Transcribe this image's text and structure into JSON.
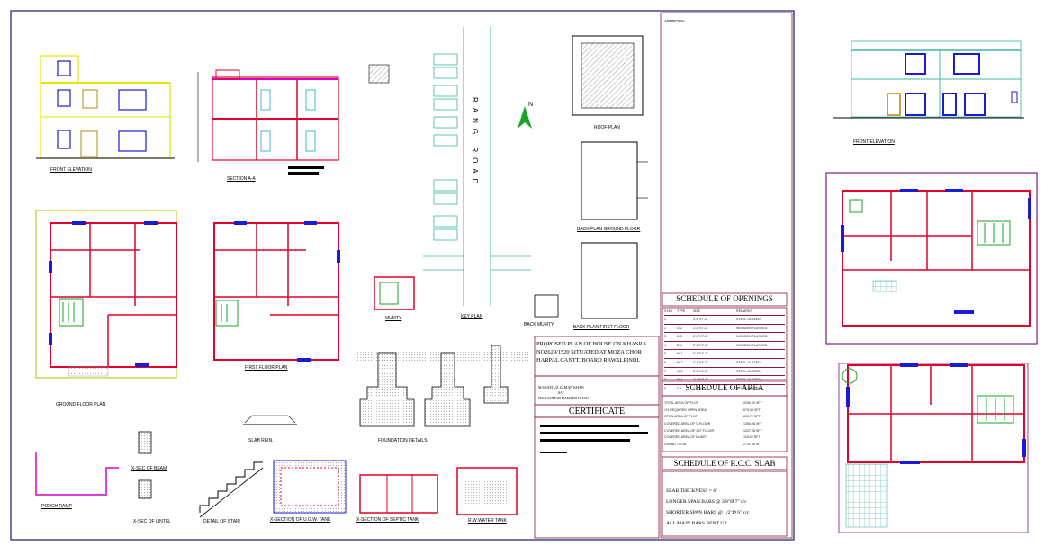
{
  "sheet": {
    "approval_label": "APPROVAL",
    "road_label": "RANG ROAD",
    "north_label": "N"
  },
  "labels": {
    "front_elevation_small": "FRONT ELEVATION",
    "section": "SECTION A-A",
    "ground_floor_plan": "GROUND FLOOR PLAN",
    "first_floor_plan": "FIRST FLOOR PLAN",
    "mumty": "MUMTY",
    "key_plan": "KEY PLAN",
    "roof_plan": "ROOF PLAN",
    "back_plan_ground": "BACK PLAN GROUND FLOOR",
    "back_plan_first": "BACK PLAN FIRST FLOOR",
    "back_mumty": "BACK MUMTY",
    "slab_rein": "SLAB REIN.",
    "foundation": "FOUNDATION DETAILS",
    "x_sec_beam": "X-SEC OF BEAM",
    "x_sec_lintel": "X-SEC OF LINTEL",
    "porch_ramp": "PORCH RAMP",
    "detail_stair": "DETAIL OF STAIR",
    "x_sec_ugw": "X-SECTION OF U.G.W. TANK",
    "x_sec_septic": "X-SECTION OF SEPTIC TANK",
    "rw_tank": "R.W WATER TANK",
    "front_elevation_right": "FRONT ELEVATION"
  },
  "title_block": {
    "proposal": "PROPOSED PLAN OF HOUSE ON KHASRA NO2629/1520 SITUATED AT MOZA CHOR HARPAL CANTT. BOARD RAWALPINDI.",
    "owner_1": "M.SHAFI UZ ZAMAN KHAN",
    "owner_sep": "S/O",
    "owner_2": "MUHAMMAD HAMEED KHAN",
    "certificate": "CERTIFICATE"
  },
  "schedule_openings": {
    "title": "SCHEDULE OF OPENINGS",
    "headers": [
      "S.NO",
      "TYPE",
      "SIZE",
      "REMARKS"
    ],
    "rows": [
      [
        "1",
        "",
        "3'-6\"X7'-0\"",
        "STEEL GLAZED"
      ],
      [
        "2",
        "D-2",
        "3'-0\"X7'-0\"",
        "WOODEN FLUSHED"
      ],
      [
        "3",
        "D-3",
        "3'-0\"X7'-0\"",
        "WOODEN FLUSHED"
      ],
      [
        "4",
        "D-4",
        "2'-6\"X7'-0\"",
        "WOODEN FLUSHED"
      ],
      [
        "5",
        "W-1",
        "5'-0\"X4'-0\"",
        ""
      ],
      [
        "6",
        "W-2",
        "4'-0\"X4'-0\"",
        "STEEL GLAZED"
      ],
      [
        "7",
        "W-3",
        "3'-0\"X4'-0\"",
        "STEEL GLAZED"
      ],
      [
        "8",
        "W-4",
        "2'-0\"X2'-0\"",
        "STEEL GLAZED"
      ],
      [
        "9",
        "V-1",
        "2'-0\"X2'-0\"",
        "STEEL GLAZED"
      ]
    ]
  },
  "schedule_area": {
    "title": "SCHEDULE OF AREA",
    "rows": [
      [
        "TOTAL AREA OF PLOT",
        "2250.00 SFT"
      ],
      [
        "1/3 REQUIRED OPEN AREA",
        "675.00 SFT"
      ],
      [
        "OPEN AREA OF PLOT",
        "893.72 SFT"
      ],
      [
        "COVERED AREA OF G.FLOOR",
        "1356.28 SFT"
      ],
      [
        "COVERED AREA OF 1ST FLOOR",
        "1237.28 SFT"
      ],
      [
        "COVERED AREA OF MUMTY",
        "118.00 SFT"
      ],
      [
        "GRAND TOTAL",
        "2711.56 SFT"
      ]
    ]
  },
  "schedule_slab": {
    "title": "SCHEDULE OF R.C.C. SLAB",
    "lines": [
      "SLAB THICKNESS = 6\"",
      "LONGER SPAN BARS @ 3/8\"Ø 7\" c/c",
      "SHORTER SPAN BARS @ 1/2\"Ø 6\" c/c",
      "ALL MAIN BARS BENT UP."
    ]
  },
  "colors": {
    "wall_red": "#e3002b",
    "window_blue": "#1a1ad8",
    "stair_green": "#1aa52a",
    "yellow": "#e6e600",
    "magenta": "#d800c8",
    "teal": "#3bb7a7",
    "navy_frame": "#1a1a6b",
    "purple_frame": "#7a1a8a"
  }
}
